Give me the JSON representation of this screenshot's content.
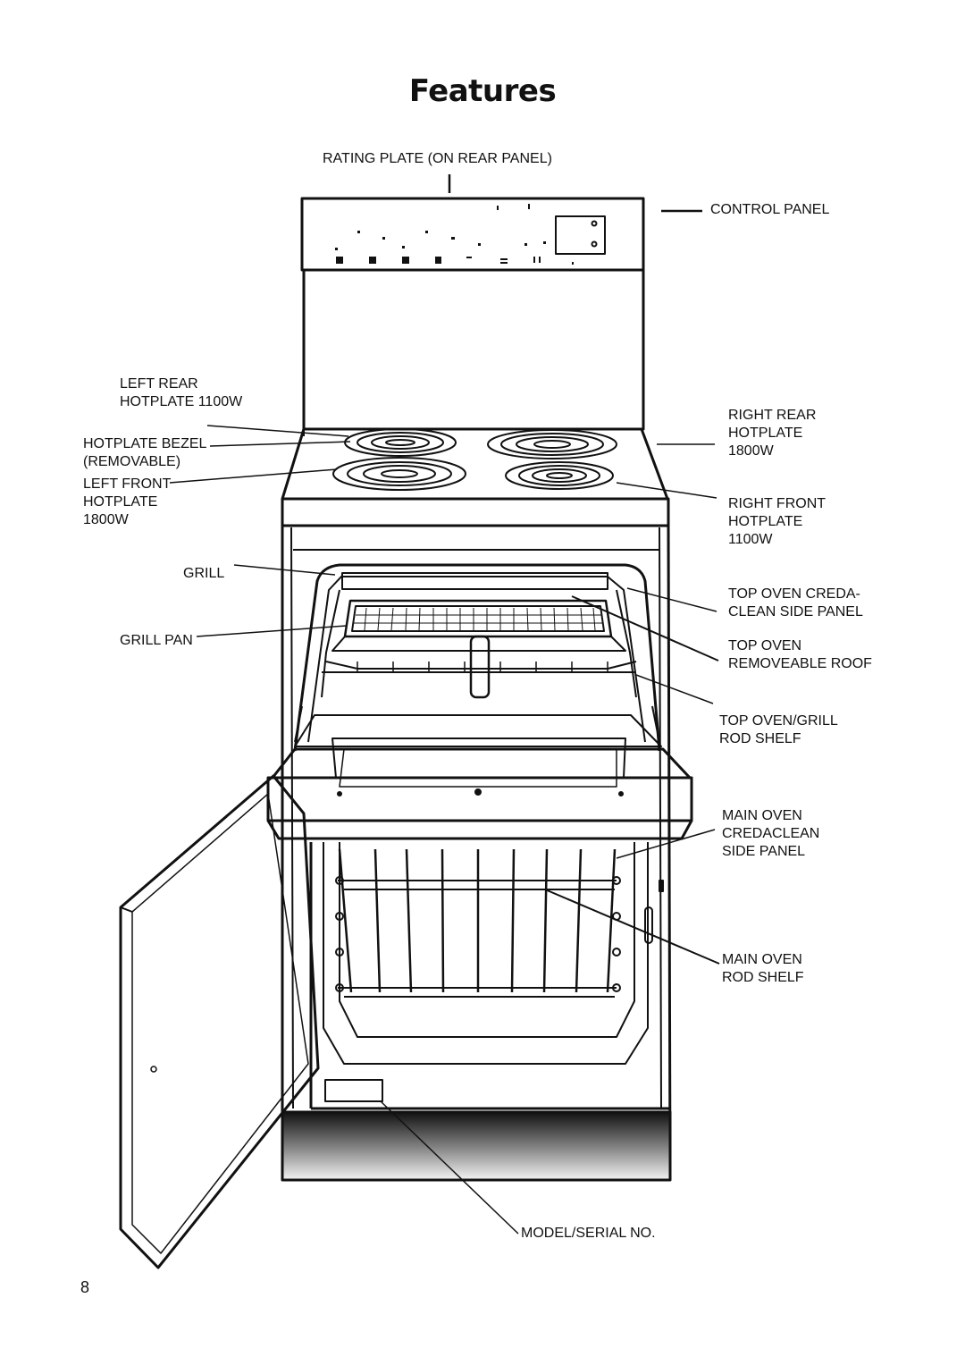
{
  "title": "Features",
  "page_number": "8",
  "labels": {
    "rating_plate": "RATING PLATE (ON REAR PANEL)",
    "control_panel": "CONTROL PANEL",
    "left_rear_hotplate": "LEFT REAR\nHOTPLATE 1100W",
    "hotplate_bezel": "HOTPLATE BEZEL\n(REMOVABLE)",
    "left_front_hotplate": "LEFT FRONT\nHOTPLATE\n1800W",
    "right_rear_hotplate": "RIGHT REAR\nHOTPLATE\n1800W",
    "right_front_hotplate": "RIGHT FRONT\nHOTPLATE\n1100W",
    "grill": "GRILL",
    "grill_pan": "GRILL PAN",
    "top_oven_side_panel": "TOP OVEN CREDA-\nCLEAN SIDE PANEL",
    "top_oven_roof": "TOP OVEN\nREMOVEABLE ROOF",
    "top_oven_rod_shelf": "TOP OVEN/GRILL\nROD SHELF",
    "main_oven_side_panel": "MAIN OVEN\nCREDACLEAN\nSIDE PANEL",
    "main_oven_rod_shelf": "MAIN OVEN\nROD SHELF",
    "model_serial": "MODEL/SERIAL NO."
  }
}
